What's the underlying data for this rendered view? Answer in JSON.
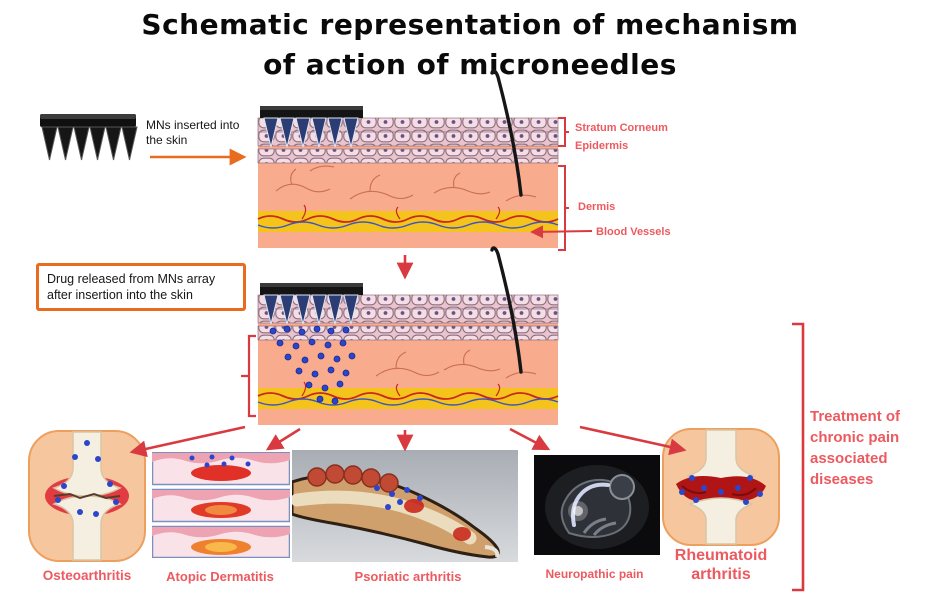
{
  "title": {
    "line1": "Schematic representation of mechanism",
    "line2": "of action of microneedles"
  },
  "annotations": {
    "mns_inserted": "MNs inserted into\nthe skin",
    "drug_released": "Drug released from MNs array\nafter insertion into the skin",
    "treatment": "Treatment of\nchronic pain\nassociated\ndiseases"
  },
  "skin_labels": {
    "stratum_corneum": "Stratum Corneum",
    "epidermis": "Epidermis",
    "dermis": "Dermis",
    "blood_vessels": "Blood Vessels"
  },
  "diseases": [
    {
      "label": "Osteoarthritis"
    },
    {
      "label": "Atopic Dermatitis"
    },
    {
      "label": "Psoriatic arthritis"
    },
    {
      "label": "Neuropathic pain"
    },
    {
      "label": "Rheumatoid arthritis"
    }
  ],
  "colors": {
    "label_red": "#ec5a60",
    "arrow_red": "#d93a40",
    "accent_orange": "#e96b1e",
    "dermis_pink": "#f9ab8d",
    "vessel_band_yellow": "#f4c31c",
    "drug_blue": "#2b46cc",
    "needle_navy": "#2c3d74",
    "title_black": "#0a0a0a"
  }
}
